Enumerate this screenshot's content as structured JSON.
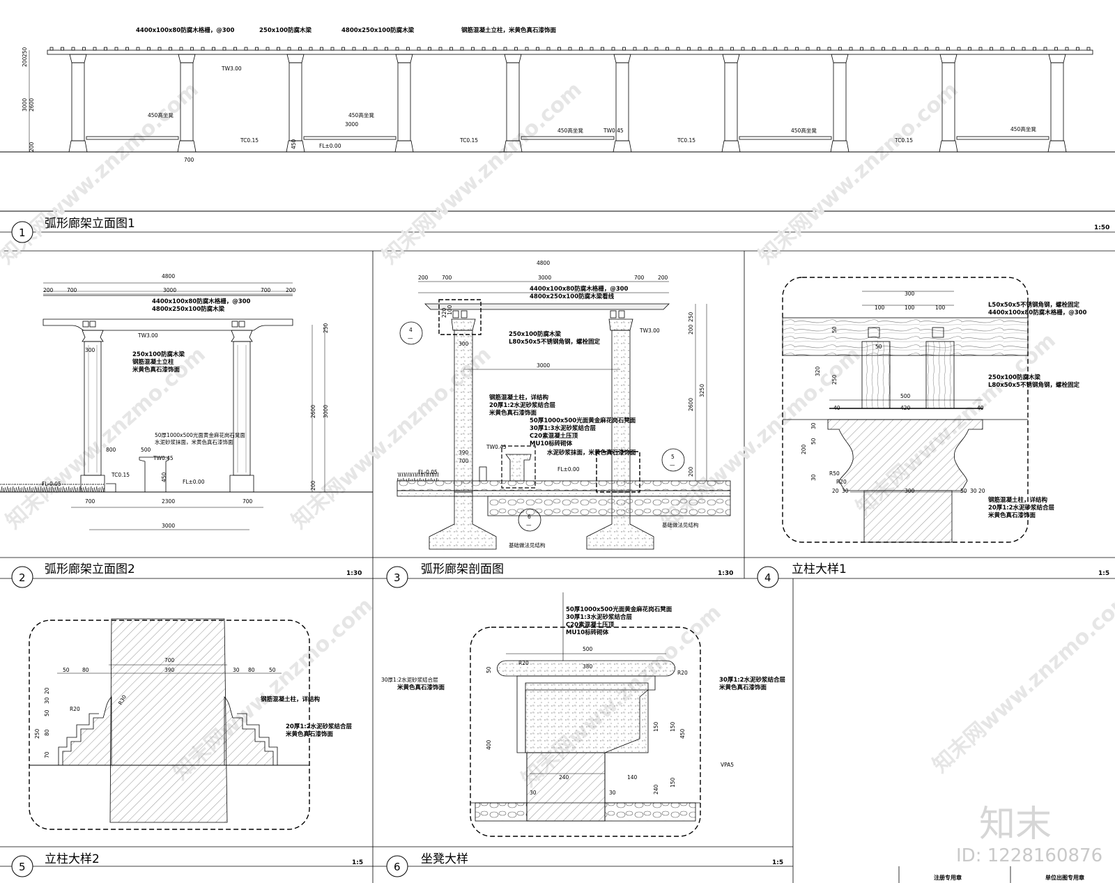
{
  "watermarks": {
    "site": "知末网www.znzmo.com",
    "brand": "知末",
    "id": "ID: 1228160876"
  },
  "panels": [
    {
      "num": "1",
      "title": "弧形廊架立面图1",
      "scale": "1:50"
    },
    {
      "num": "2",
      "title": "弧形廊架立面图2",
      "scale": "1:30"
    },
    {
      "num": "3",
      "title": "弧形廊架剖面图",
      "scale": "1:30"
    },
    {
      "num": "4",
      "title": "立柱大样1",
      "scale": "1:5"
    },
    {
      "num": "5",
      "title": "立柱大样2",
      "scale": "1:5"
    },
    {
      "num": "6",
      "title": "坐凳大样",
      "scale": "1:5"
    }
  ],
  "stamps": [
    "注册专用章",
    "单位出图专用章"
  ],
  "elevation1": {
    "notes": [
      "4400x100x80防腐木格栅，@300",
      "250x100防腐木梁",
      "4800x250x100防腐木梁",
      "钢筋混凝土立柱，米黄色真石漆饰面"
    ],
    "levels": [
      "TW3.00",
      "TC0.15",
      "FL±0.00",
      "TW0.45",
      "TC0.15",
      "TC0.15",
      "TC0.15"
    ],
    "benches": [
      "450高坐凳",
      "450高坐凳",
      "450高坐凳",
      "450高坐凳",
      "450高坐凳"
    ],
    "dims": [
      "250",
      "200",
      "2600",
      "3000",
      "200",
      "3000",
      "450",
      "700"
    ]
  },
  "elevation2": {
    "top_dims": [
      "4800",
      "200",
      "700",
      "3000",
      "700",
      "200"
    ],
    "notes": [
      "4400x100x80防腐木格栅，@300",
      "4800x250x100防腐木梁",
      "250x100防腐木梁",
      "钢筋混凝土立柱",
      "米黄色真石漆饰面",
      "50厚1000x500光面黄金麻花岗石凳面",
      "水泥砂浆抹面，米黄色真石漆饰面"
    ],
    "levels": [
      "TW3.00",
      "TW0.45",
      "TC0.15",
      "FL±0.00",
      "FL-0.05"
    ],
    "dims": [
      "300",
      "800",
      "500",
      "450",
      "250",
      "2600",
      "3000",
      "200",
      "700",
      "2300",
      "700",
      "3000"
    ]
  },
  "section": {
    "top_dims": [
      "4800",
      "200",
      "700",
      "3000",
      "700",
      "200"
    ],
    "notes": [
      "4400x100x80防腐木格栅，@300",
      "4800x250x100防腐木梁看线",
      "250x100防腐木梁",
      "L80x50x5不锈钢角钢，螺栓固定",
      "钢筋混凝土柱，详结构",
      "20厚1:2水泥砂浆结合层",
      "米黄色真石漆饰面",
      "50厚1000x500光面黄金麻花岗石凳面",
      "30厚1:3水泥砂浆结合层",
      "C20素混凝土压顶",
      "MU10标砖砌体",
      "水泥砂浆抹面，米黄色真石漆饰面",
      "基础做法见结构",
      "基础做法见结构"
    ],
    "levels": [
      "TW3.00",
      "TW0.45",
      "FL±0.00",
      "FL-0.05"
    ],
    "dims": [
      "220",
      "100",
      "300",
      "3000",
      "390",
      "700",
      "250",
      "200",
      "2600",
      "3250",
      "200"
    ],
    "callouts": [
      {
        "n": "4",
        "s": "—"
      },
      {
        "n": "5",
        "s": "—"
      },
      {
        "n": "6",
        "s": "—"
      }
    ]
  },
  "detail4": {
    "dims": [
      "300",
      "100",
      "100",
      "100",
      "50",
      "50",
      "250",
      "320",
      "500",
      "40",
      "420",
      "40",
      "200",
      "30",
      "50",
      "30",
      "R50",
      "R20",
      "20",
      "30",
      "300",
      "50",
      "30",
      "20"
    ],
    "notes": [
      "L50x50x5不锈钢角钢，螺栓固定",
      "4400x100x80防腐木格栅，@300",
      "250x100防腐木梁",
      "L80x50x5不锈钢角钢，螺栓固定",
      "钢筋混凝土柱，详结构",
      "20厚1:2水泥砂浆结合层",
      "米黄色真石漆饰面"
    ]
  },
  "detail5": {
    "dims": [
      "700",
      "50",
      "80",
      "390",
      "30",
      "80",
      "50",
      "20",
      "30",
      "R20",
      "R30",
      "50",
      "250",
      "80",
      "70"
    ],
    "notes": [
      "钢筋混凝土柱，详结构",
      "20厚1:2水泥砂浆结合层",
      "米黄色真石漆饰面"
    ]
  },
  "detail6": {
    "top_notes": [
      "50厚1000x500光面黄金麻花岗石凳面",
      "30厚1:3水泥砂浆结合层",
      "C20素混凝土压顶",
      "MU10标砖砌体"
    ],
    "left_notes": [
      "30厚1:2水泥砂浆结合层",
      "米黄色真石漆饰面"
    ],
    "right_notes": [
      "30厚1:2水泥砂浆结合层",
      "米黄色真石漆饰面"
    ],
    "vpa": "VPA5",
    "dims": [
      "500",
      "R20",
      "380",
      "R20",
      "50",
      "400",
      "150",
      "150",
      "450",
      "240",
      "140",
      "30",
      "30",
      "240",
      "150"
    ]
  }
}
